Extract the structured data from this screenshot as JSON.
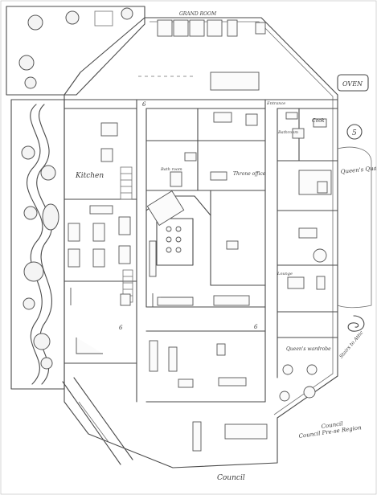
{
  "labels": {
    "kitchen": "Kitchen",
    "top": "GRAND ROOM",
    "oven": "OVEN",
    "five": "5",
    "queens_quarters": "Queen's Quarters",
    "bath_room": "Bath room",
    "throne_office": "Throne office",
    "bathroom_right": "Bathroom",
    "cook": "Cook",
    "lounge": "Lounge",
    "queens_wardrobe": "Queen's wardrobe",
    "stairs_attic": "Stairs to Attic",
    "council": "Council",
    "council_desc": "Council Pre-se Region",
    "sign": "Council",
    "six": "6",
    "entrance": "Entrance"
  }
}
